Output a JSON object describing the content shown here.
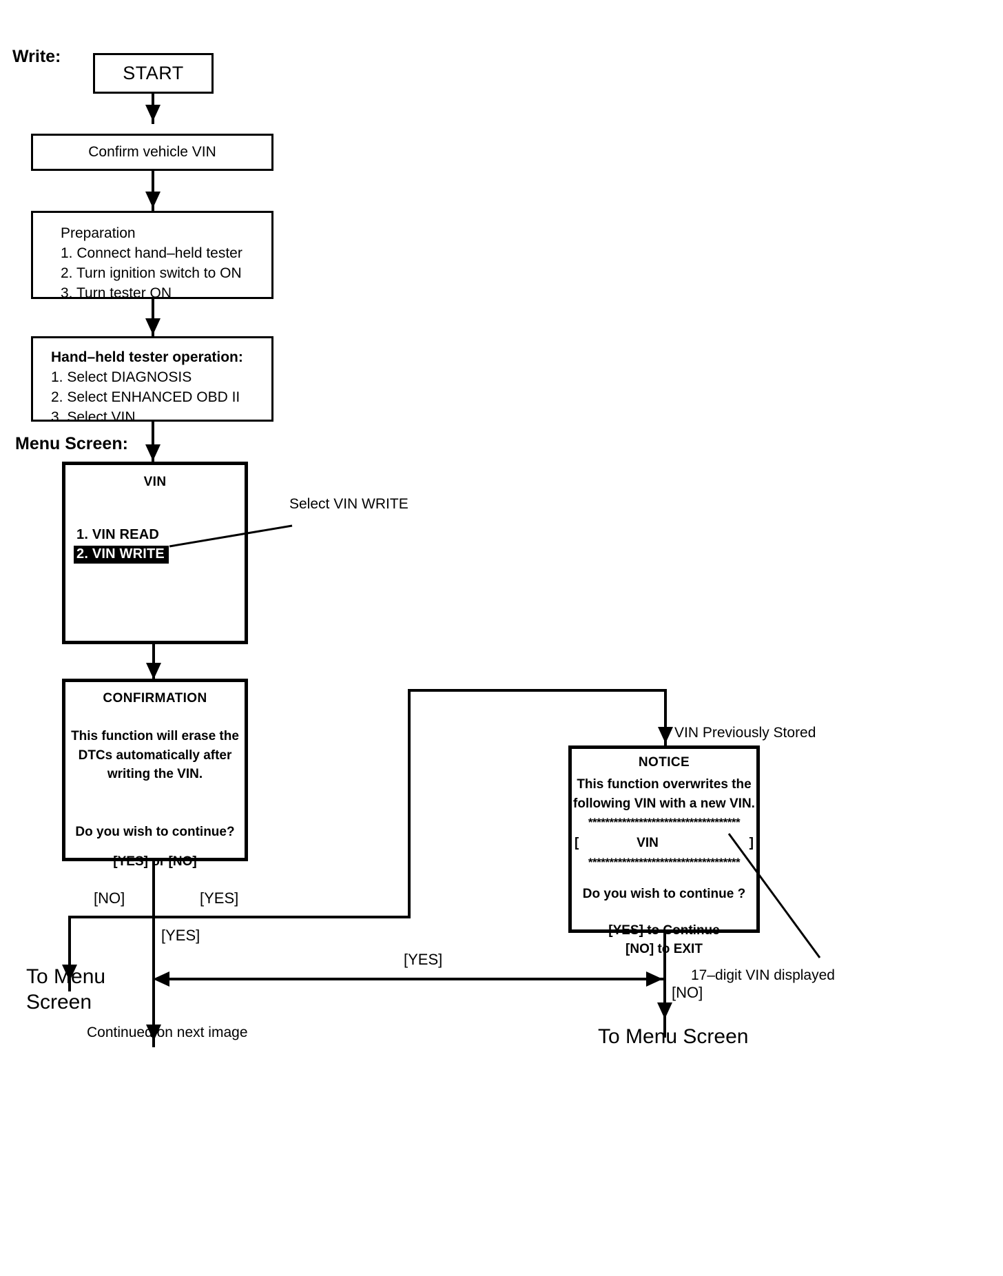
{
  "diagram": {
    "section_label_write": "Write:",
    "section_label_menu": "Menu Screen:"
  },
  "nodes": {
    "start": {
      "label": "START"
    },
    "confirm_vin": {
      "label": "Confirm vehicle VIN"
    },
    "preparation": {
      "title": "Preparation",
      "steps": [
        "1. Connect hand–held tester",
        "2. Turn ignition switch to ON",
        "3. Turn tester ON"
      ]
    },
    "tester_operation": {
      "title": "Hand–held tester operation:",
      "steps": [
        "1. Select DIAGNOSIS",
        "2. Select ENHANCED OBD II",
        "3. Select VIN"
      ]
    },
    "vin_menu": {
      "title": "VIN",
      "items": [
        {
          "label": "1. VIN READ",
          "selected": false
        },
        {
          "label": "2. VIN WRITE",
          "selected": true
        }
      ]
    },
    "confirmation_screen": {
      "title": "CONFIRMATION",
      "body": [
        "This function will erase the",
        "DTCs automatically after",
        "writing the VIN."
      ],
      "question": "Do you wish to continue?",
      "options": "[YES] or [NO]"
    },
    "notice_screen": {
      "title": "NOTICE",
      "body": [
        "This function overwrites the",
        "following VIN with a new VIN."
      ],
      "stars_top": "************************************",
      "vin_open_bracket": "[",
      "vin_text": "VIN",
      "vin_close_bracket": "]",
      "stars_bottom": "************************************",
      "question": "Do you wish to continue ?",
      "option_yes": "[YES] to Continue",
      "option_no": "[NO] to EXIT"
    }
  },
  "annotations": {
    "select_vin_write": "Select VIN WRITE",
    "vin_previously_stored": "VIN Previously Stored",
    "seventeen_digit_vin": "17–digit VIN displayed"
  },
  "edges": {
    "confirmation_no": "[NO]",
    "confirmation_yes_right": "[YES]",
    "confirmation_yes_down": "[YES]",
    "notice_yes": "[YES]",
    "notice_no": "[NO]"
  },
  "terminals": {
    "to_menu_screen_left_line1": "To Menu",
    "to_menu_screen_left_line2": "Screen",
    "continued_next_image": "Continued on next image",
    "to_menu_screen_right": "To Menu Screen"
  }
}
